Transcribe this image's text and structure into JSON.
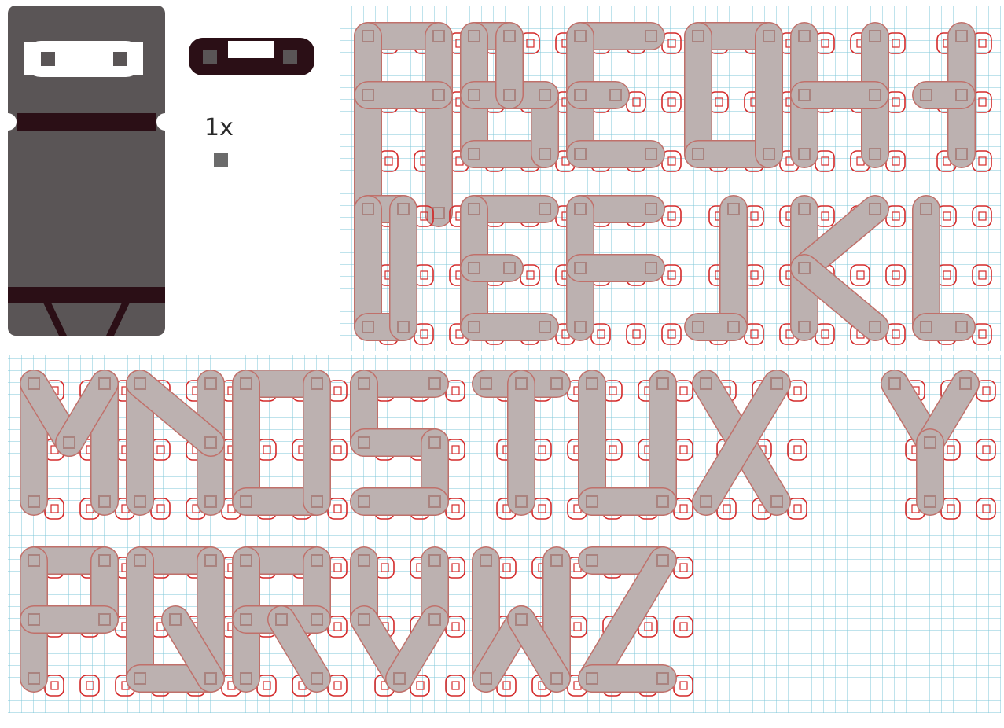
{
  "scale_label": "1x",
  "colors": {
    "grid": "#7fc7d9",
    "stroke_fill": "#bcb5b4",
    "stroke_edge": "#c0706a",
    "construct": "#d42a2a",
    "node": "#a9837f",
    "mascot_body": "#5a5556",
    "mascot_dark": "#2b0f16",
    "mascot_white": "#ffffff",
    "swatch": "#6b6b6b"
  },
  "glyphs": [
    "A",
    "B",
    "E",
    "O",
    "H",
    "I",
    "D",
    "E",
    "F",
    "J",
    "K",
    "L",
    "M",
    "N",
    "O",
    "S",
    "T",
    "U",
    "X",
    "Y",
    "P",
    "Q",
    "R",
    "V",
    "W",
    "Z"
  ],
  "icons": [
    "mascot-icon",
    "goggles-icon",
    "pixel-swatch-icon"
  ]
}
